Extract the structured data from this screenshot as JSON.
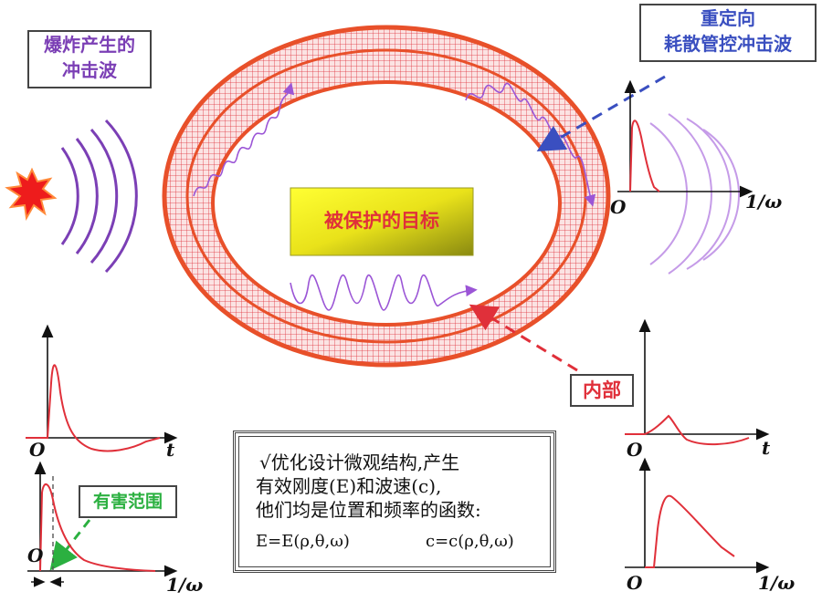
{
  "labels": {
    "explosion_wave": "爆炸产生的\n冲击波",
    "redirect_wave": "重定向\n耗散管控冲击波",
    "target": "被保护的目标",
    "inner": "内部",
    "harmful_range": "有害范围"
  },
  "info_box": {
    "line1": "√优化设计微观结构,产生",
    "line2": "有效刚度(E)和波速(c),",
    "line3": "他们均是位置和频率的函数:",
    "formula_e": "E=E(ρ,θ,ω)",
    "formula_c": "c=c(ρ,θ,ω)"
  },
  "axes": {
    "origin": "O",
    "time": "t",
    "inv_freq": "1/ω"
  },
  "colors": {
    "ring_edge": "#e8502a",
    "mesh": "#e0303a",
    "purple": "#9b55d6",
    "curve": "#e0303a",
    "blue_arrow": "#3a4fc0",
    "red_arrow": "#e0303a",
    "green": "#2bb040"
  }
}
